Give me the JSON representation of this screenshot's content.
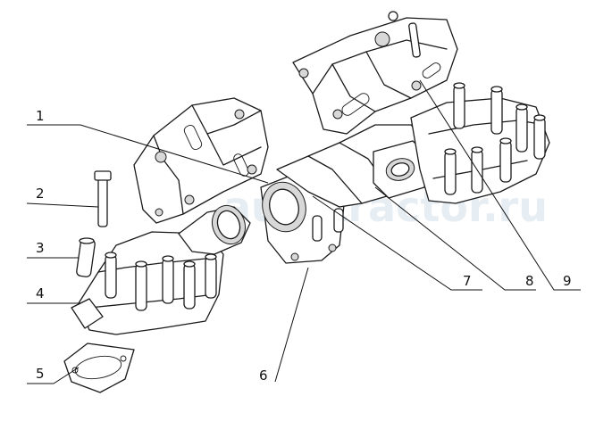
{
  "watermark": "autotractor.ru",
  "callouts": [
    {
      "id": "1",
      "text": "1"
    },
    {
      "id": "2",
      "text": "2"
    },
    {
      "id": "3",
      "text": "3"
    },
    {
      "id": "4",
      "text": "4"
    },
    {
      "id": "5",
      "text": "5"
    },
    {
      "id": "6",
      "text": "6"
    },
    {
      "id": "7",
      "text": "7"
    },
    {
      "id": "8",
      "text": "8"
    },
    {
      "id": "9",
      "text": "9"
    }
  ]
}
